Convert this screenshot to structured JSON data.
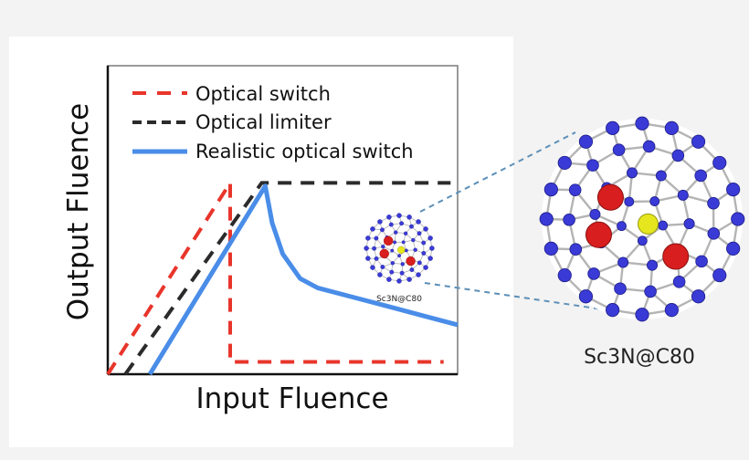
{
  "colors": {
    "optical_switch": "#e8352b",
    "optical_limiter": "#2b2b2b",
    "realistic": "#4a8de8",
    "axis": "#111111",
    "frame": "#7a7a7a",
    "atom_blue": "#3a3ad6",
    "atom_red": "#d81e1e",
    "atom_yellow": "#e6e61e",
    "bond": "#b4b4b4",
    "leader": "#5b8fb8"
  },
  "chart_data": {
    "type": "line",
    "xlabel": "Input Fluence",
    "ylabel": "Output Fluence",
    "xlim": [
      0,
      10
    ],
    "ylim": [
      0,
      10
    ],
    "legend_position": "top-left",
    "series": [
      {
        "name": "Optical switch",
        "style": "dashed",
        "color": "#e8352b",
        "points": [
          [
            0,
            0
          ],
          [
            3.5,
            6.2
          ],
          [
            3.5,
            0.4
          ],
          [
            9.6,
            0.4
          ]
        ]
      },
      {
        "name": "Optical limiter",
        "style": "dashed",
        "color": "#2b2b2b",
        "points": [
          [
            0.5,
            0
          ],
          [
            4.4,
            6.2
          ],
          [
            9.8,
            6.2
          ]
        ]
      },
      {
        "name": "Realistic optical switch",
        "style": "solid",
        "color": "#4a8de8",
        "points": [
          [
            1.2,
            0
          ],
          [
            4.5,
            6.1
          ],
          [
            4.7,
            4.9
          ],
          [
            5.0,
            3.9
          ],
          [
            5.5,
            3.1
          ],
          [
            6.0,
            2.8
          ],
          [
            7.0,
            2.5
          ],
          [
            8.0,
            2.2
          ],
          [
            9.0,
            1.9
          ],
          [
            10.0,
            1.6
          ]
        ]
      }
    ]
  },
  "annotations": {
    "inset_label": "Sc3N@C80",
    "molecule_label": "Sc3N@C80"
  }
}
